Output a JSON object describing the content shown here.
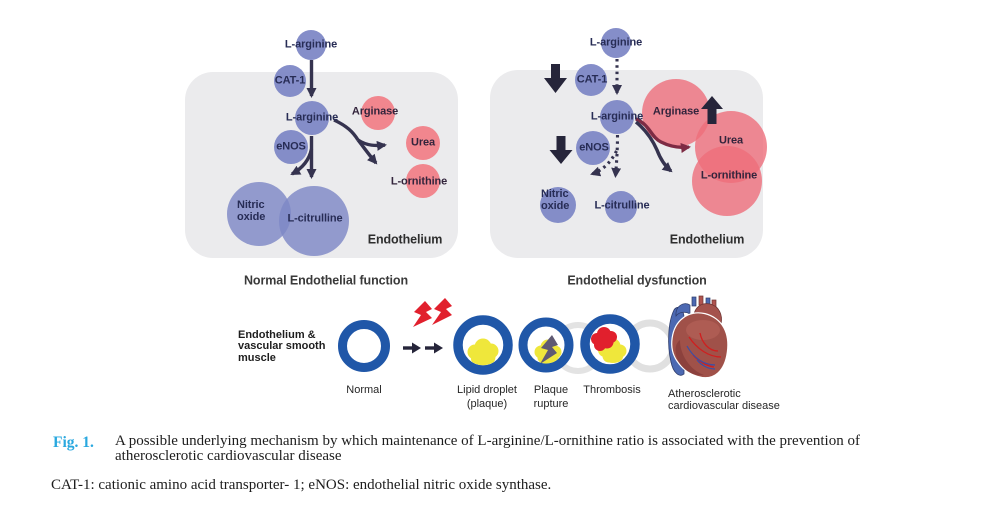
{
  "panel_normal": {
    "substrate_top": "L-arginine",
    "transporter": "CAT-1",
    "substrate_inner": "L-arginine",
    "enos": "eNOS",
    "arginase": "Arginase",
    "urea": "Urea",
    "ornithine": "L-ornithine",
    "nitric_oxide": [
      "Nitric",
      "oxide"
    ],
    "citrulline": "L-citrulline",
    "compartment": "Endothelium",
    "caption": "Normal Endothelial function"
  },
  "panel_dysfunction": {
    "substrate_top": "L-arginine",
    "transporter": "CAT-1",
    "substrate_inner": "L-arginine",
    "enos": "eNOS",
    "arginase": "Arginase",
    "urea": "Urea",
    "ornithine": "L-ornithine",
    "nitric_oxide": [
      "Nitric",
      "oxide"
    ],
    "citrulline": "L-citrulline",
    "compartment": "Endothelium",
    "caption": "Endothelial dysfunction"
  },
  "progression": {
    "axis_label": [
      "Endothelium &",
      "vascular smooth",
      "muscle"
    ],
    "stage_normal": "Normal",
    "stage_lipid": [
      "Lipid droplet",
      "(plaque)"
    ],
    "stage_plaque": [
      "Plaque",
      "rupture"
    ],
    "stage_thrombosis": "Thrombosis",
    "stage_outcome": [
      "Atherosclerotic",
      "cardiovascular disease"
    ]
  },
  "caption": {
    "tag": "Fig. 1.",
    "lines": [
      "A possible underlying mechanism by which maintenance of L-arginine/L-ornithine ratio is associated with the prevention of",
      "atherosclerotic cardiovascular disease"
    ],
    "footnote": "CAT-1: cationic amino acid transporter- 1; eNOS: endothelial nitric oxide synthase."
  },
  "colors": {
    "blue_node": "#7e88c6",
    "pink_node": "#f1868e",
    "arrow_navy": "#35334f",
    "arrow_block": "#26253a",
    "arrow_maroon": "#7d2b44",
    "panel_bg": "#ebebed",
    "vessel_ring_blue": "#2057a8",
    "plaque_yellow": "#efe73b",
    "thrombus_red": "#e1202d",
    "fig_tag_blue": "#29a8df"
  }
}
